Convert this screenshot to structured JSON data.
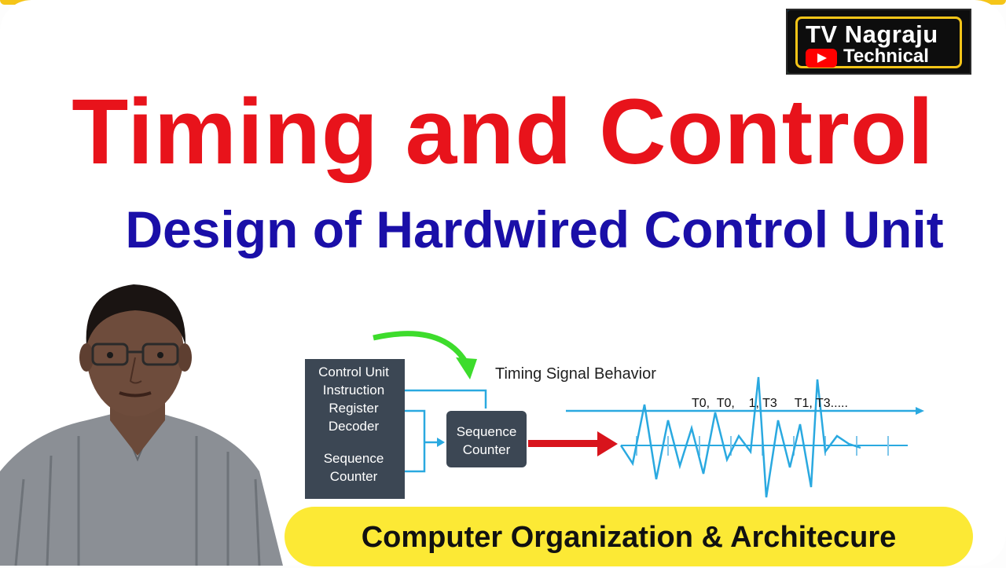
{
  "title": "Timing and Control",
  "subtitle": "Design of Hardwired Control Unit",
  "channel": {
    "line1": "TV Nagraju",
    "line2": "Technical",
    "icon": "youtube-play-icon"
  },
  "diagram": {
    "heading": "Timing Signal Behavior",
    "left_box": [
      "Control Unit",
      "Instruction",
      "Register",
      "Decoder",
      "Sequence",
      "Counter"
    ],
    "center_box": [
      "Sequence",
      "Counter"
    ],
    "signal_labels": "T0,  T0,    1, T3     T1, T3....."
  },
  "badge": "Computer Organization & Architecure",
  "colors": {
    "title": "#e8131b",
    "subtitle": "#1a0fa8",
    "badge": "#fce935",
    "signal": "#2aa9e0",
    "arrow_red": "#d8141c",
    "arrow_green": "#3ddc2c",
    "box": "#3c4754"
  }
}
